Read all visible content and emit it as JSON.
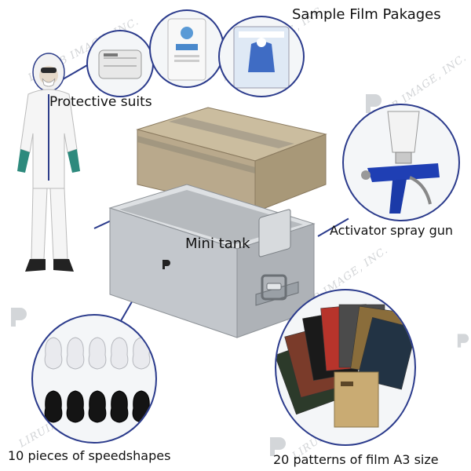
{
  "labels": {
    "sample_film": "Sample Film Pakages",
    "protective_suits": "Protective suits",
    "mini_tank": "Mini tank",
    "spray_gun": "Activator spray gun",
    "speedshapes": "10 pieces of speedshapes",
    "film_patterns": "20 patterns of film A3 size"
  },
  "watermark": "LIRUIB IMAGE, INC.",
  "colors": {
    "circle_border": "#2b3b8c",
    "box_cardboard": "#b9a98c",
    "tank_metal": "#c3c7cc",
    "spray_gun_blue": "#1f3fb4"
  },
  "icons": [
    "mask-icon",
    "suit-package-icon",
    "suit-photo-icon",
    "tank-logo-icon",
    "tank-handle-icon",
    "watermark-logo-icon"
  ]
}
